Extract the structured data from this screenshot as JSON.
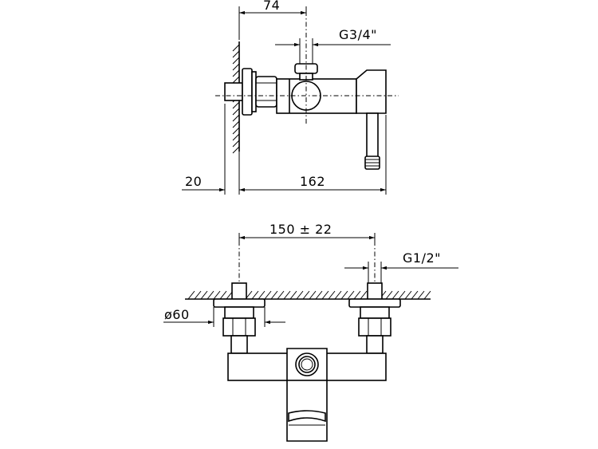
{
  "side_view": {
    "dim_depth": "74",
    "dim_outlet_thread": "G3/4\"",
    "dim_wall_offset": "20",
    "dim_total_length": "162"
  },
  "front_view": {
    "dim_centers": "150 ± 22",
    "dim_inlet_thread": "G1/2\"",
    "dim_rosette_diameter": "ø60"
  }
}
